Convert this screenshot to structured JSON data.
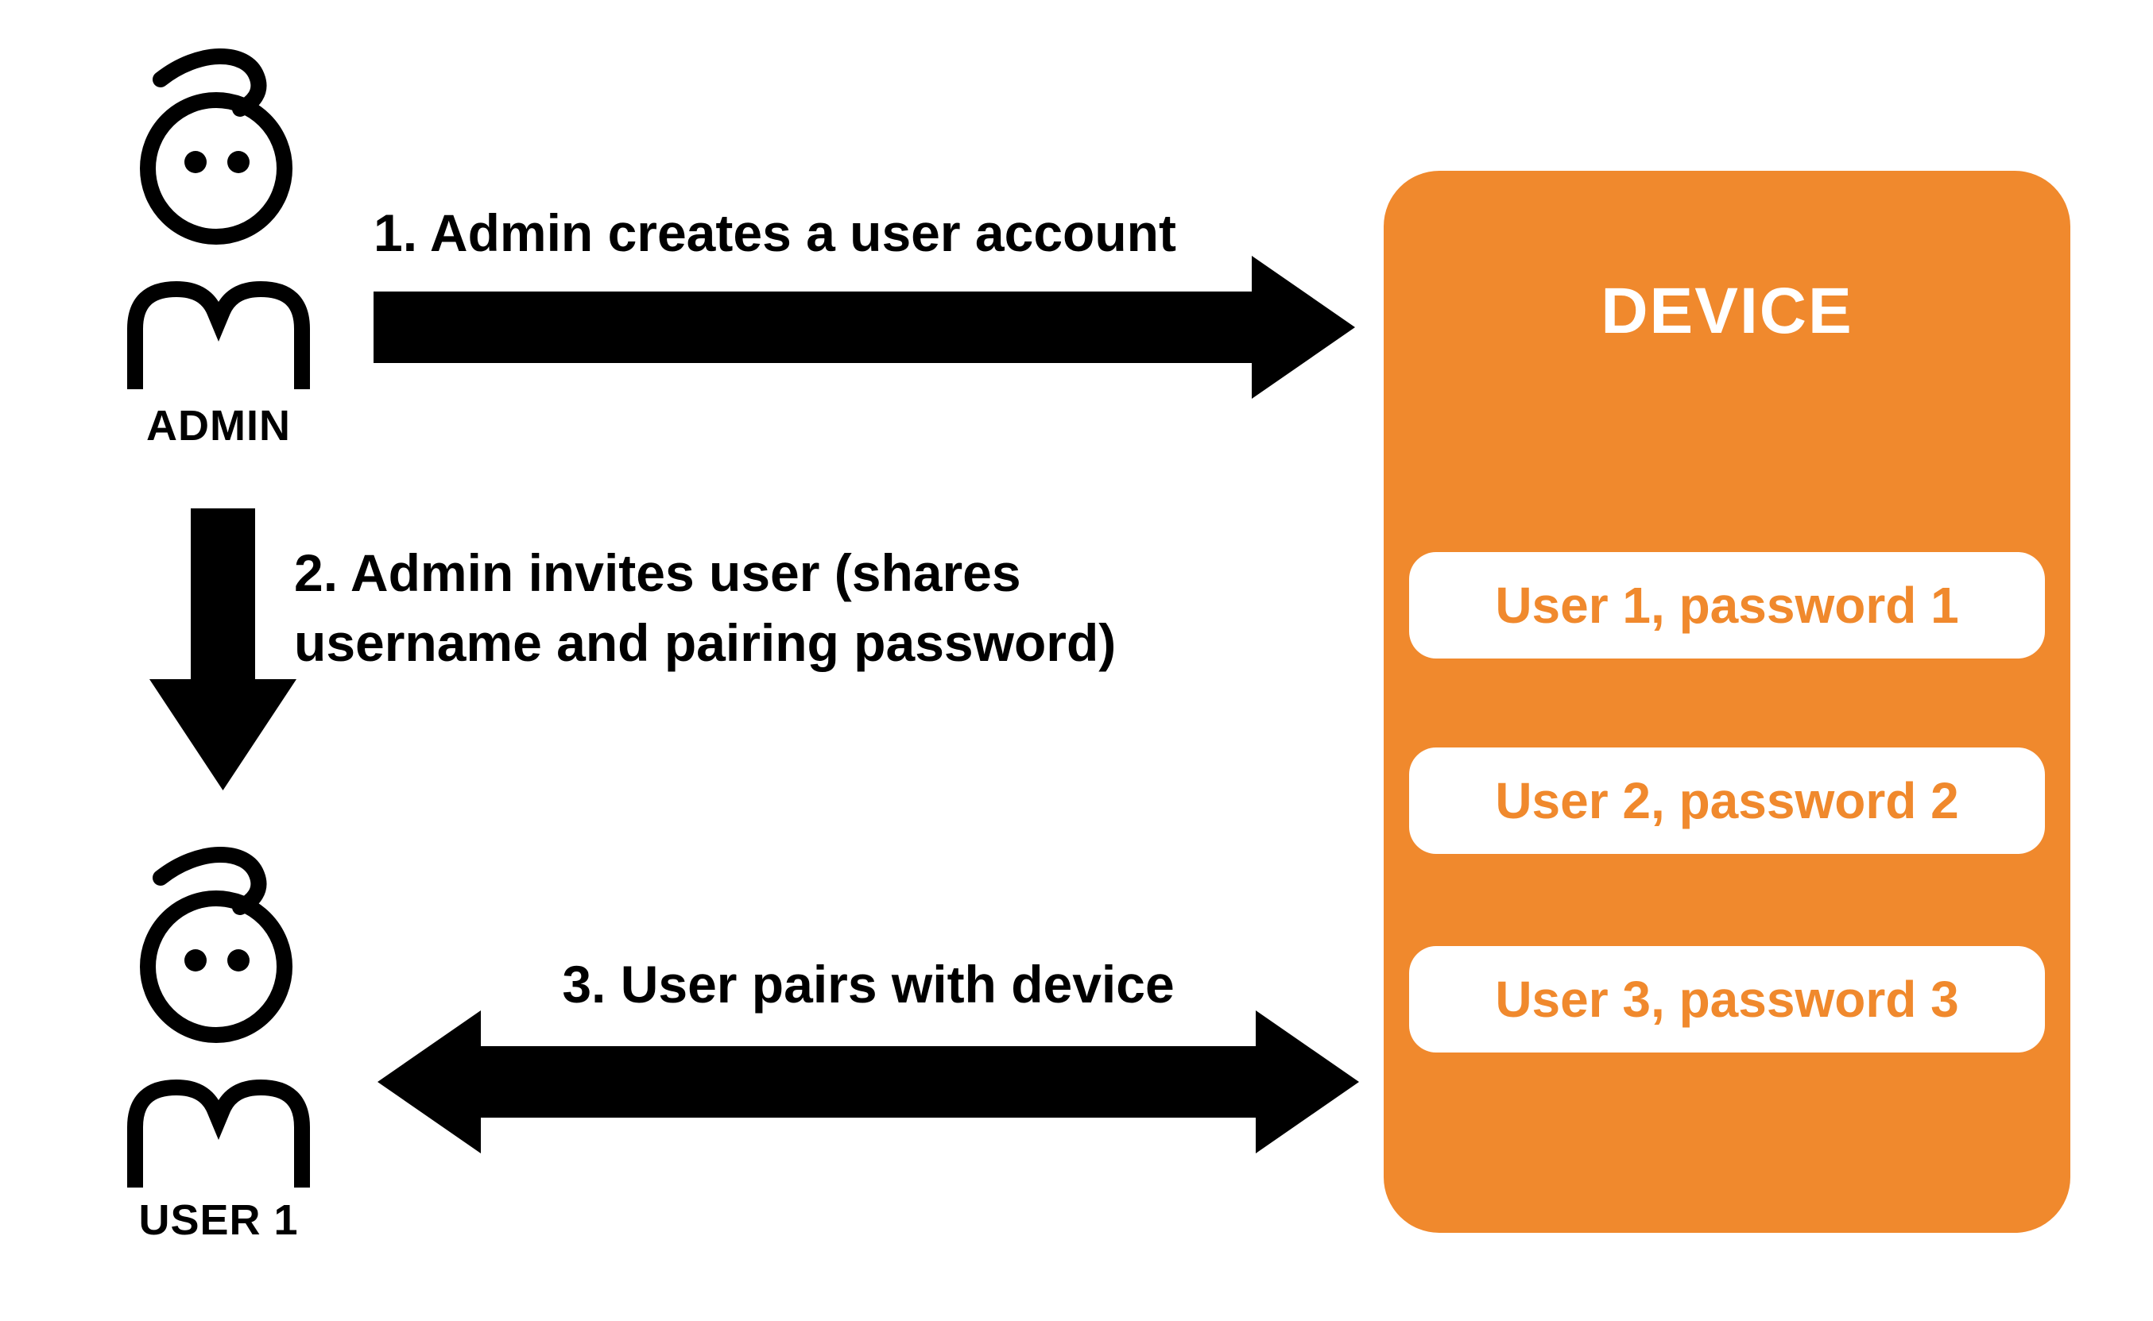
{
  "colors": {
    "accent_orange": "#F0892D",
    "arrow_black": "#000000",
    "pill_background": "#FFFFFF",
    "page_background": "#FFFFFF"
  },
  "actors": {
    "admin": {
      "label": "ADMIN"
    },
    "user1": {
      "label": "USER 1"
    }
  },
  "steps": {
    "step1": {
      "label": "1. Admin creates a user account"
    },
    "step2": {
      "label": "2. Admin invites user (shares username and pairing password)"
    },
    "step3": {
      "label": "3. User pairs with device"
    }
  },
  "device": {
    "title": "DEVICE",
    "accounts": [
      {
        "label": "User 1, password 1"
      },
      {
        "label": "User 2, password 2"
      },
      {
        "label": "User 3, password 3"
      }
    ]
  }
}
